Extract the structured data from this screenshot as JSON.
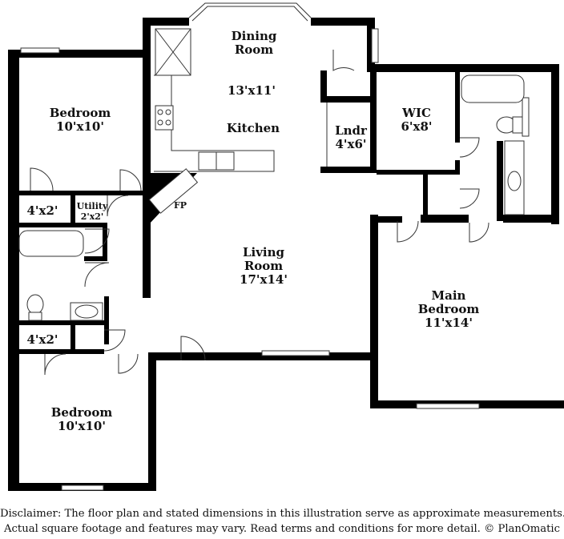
{
  "rooms": {
    "dining": {
      "name_line1": "Dining",
      "name_line2": "Room",
      "dims": "13'x11'"
    },
    "kitchen": {
      "name": "Kitchen"
    },
    "bedroom_top": {
      "name": "Bedroom",
      "dims": "10'x10'"
    },
    "closet_top": {
      "dims": "4'x2'"
    },
    "utility": {
      "name": "Utility",
      "dims": "2'x2'"
    },
    "fireplace": {
      "abbr": "FP"
    },
    "laundry": {
      "name": "Lndr",
      "dims": "4'x6'"
    },
    "wic": {
      "name": "WIC",
      "dims": "6'x8'"
    },
    "living": {
      "name_line1": "Living",
      "name_line2": "Room",
      "dims": "17'x14'"
    },
    "main_bedroom": {
      "name_line1": "Main",
      "name_line2": "Bedroom",
      "dims": "11'x14'"
    },
    "closet_bottom": {
      "dims": "4'x2'"
    },
    "bedroom_bottom": {
      "name": "Bedroom",
      "dims": "10'x10'"
    }
  },
  "disclaimer": {
    "line1": "Disclaimer: The floor plan and stated dimensions in this illustration serve as approximate measurements.",
    "line2": "Actual square footage and features may vary. Read terms and conditions for more detail. © PlanOmatic"
  }
}
